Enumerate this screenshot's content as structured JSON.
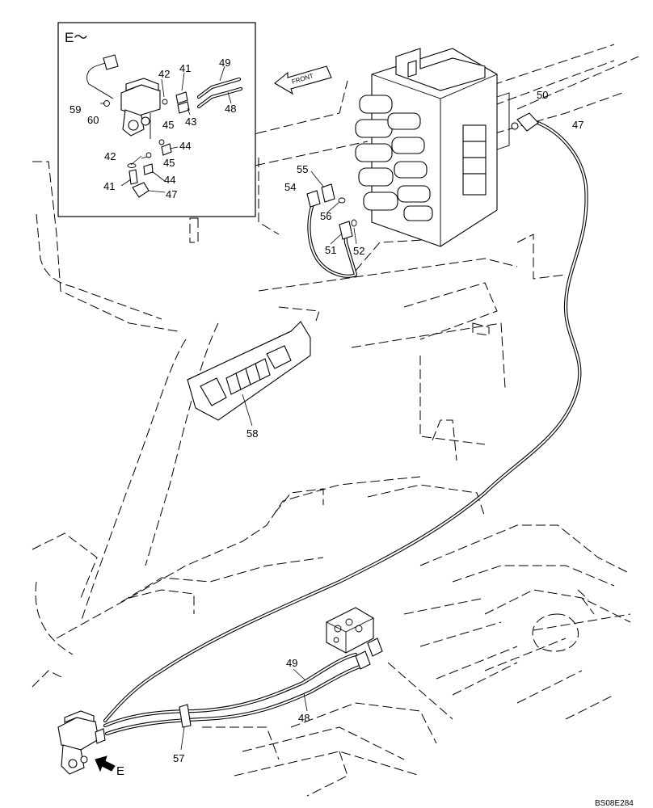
{
  "inset": {
    "title": "E～",
    "labels": [
      "49",
      "42",
      "41",
      "59",
      "60",
      "48",
      "43",
      "45",
      "44",
      "42",
      "45",
      "41",
      "44",
      "47"
    ]
  },
  "front_arrow": {
    "text": "FRONT"
  },
  "main_labels": [
    "50",
    "47",
    "55",
    "54",
    "56",
    "51",
    "52",
    "58",
    "49",
    "48",
    "57"
  ],
  "view_marker": {
    "text": "E"
  },
  "drawing_code": "BS08E284"
}
